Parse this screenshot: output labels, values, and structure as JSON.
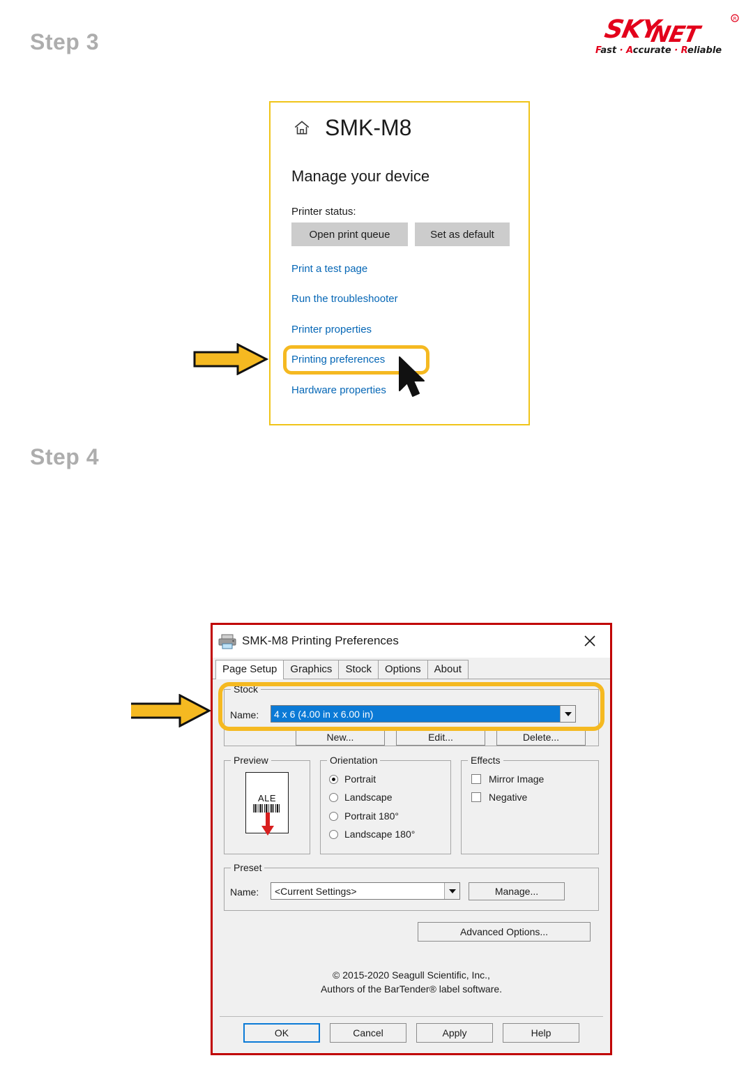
{
  "steps": {
    "step3_label": "Step 3",
    "step4_label": "Step 4"
  },
  "logo": {
    "brand": "SKYNET",
    "brand_sky": "SKY",
    "brand_net": "NET",
    "tagline": "Fast · Accurate · Reliable",
    "registered_mark": "®",
    "color_red": "#e3001b",
    "color_dark": "#1a1a1a"
  },
  "device_panel": {
    "home_icon": "home-icon",
    "title": "SMK-M8",
    "manage_heading": "Manage your device",
    "printer_status_label": "Printer status:",
    "buttons": [
      {
        "label": "Open print queue"
      },
      {
        "label": "Set as default"
      }
    ],
    "links": [
      {
        "label": "Print a test page"
      },
      {
        "label": "Run the troubleshooter"
      },
      {
        "label": "Printer properties"
      },
      {
        "label": "Printing preferences",
        "highlighted": true
      },
      {
        "label": "Hardware properties"
      }
    ],
    "highlight_color": "#f5b921",
    "border_color": "#f0c419",
    "link_color": "#0667b6"
  },
  "annotations": {
    "arrow_color": "#f5b921",
    "arrow_outline": "#111111",
    "cursor_icon": "mouse-cursor-icon"
  },
  "dialog": {
    "printer_icon": "printer-icon",
    "title": "SMK-M8 Printing Preferences",
    "close_icon": "close-icon",
    "border_color": "#c00000",
    "tabs": [
      {
        "label": "Page Setup",
        "active": true
      },
      {
        "label": "Graphics",
        "active": false
      },
      {
        "label": "Stock",
        "active": false
      },
      {
        "label": "Options",
        "active": false
      },
      {
        "label": "About",
        "active": false
      }
    ],
    "stock": {
      "group_title": "Stock",
      "name_label": "Name:",
      "selected_value": "4 x 6 (4.00 in x 6.00 in)",
      "selection_color": "#0b7ad6",
      "dropdown_icon": "chevron-down-icon",
      "buttons": [
        {
          "label": "New..."
        },
        {
          "label": "Edit..."
        },
        {
          "label": "Delete..."
        }
      ],
      "highlighted": true
    },
    "preview": {
      "group_title": "Preview",
      "label_text": "ALE",
      "barcode_icon": "barcode-icon",
      "feed_arrow_icon": "down-arrow-icon",
      "feed_arrow_color": "#d81f1f"
    },
    "orientation": {
      "group_title": "Orientation",
      "options": [
        {
          "label": "Portrait",
          "selected": true
        },
        {
          "label": "Landscape",
          "selected": false
        },
        {
          "label": "Portrait 180°",
          "selected": false
        },
        {
          "label": "Landscape 180°",
          "selected": false
        }
      ]
    },
    "effects": {
      "group_title": "Effects",
      "options": [
        {
          "label": "Mirror Image",
          "checked": false
        },
        {
          "label": "Negative",
          "checked": false
        }
      ]
    },
    "preset": {
      "group_title": "Preset",
      "name_label": "Name:",
      "selected_value": "<Current Settings>",
      "dropdown_icon": "chevron-down-icon",
      "manage_label": "Manage..."
    },
    "advanced_label": "Advanced Options...",
    "copyright_line1": "© 2015-2020 Seagull Scientific, Inc.,",
    "copyright_line2": "Authors of the BarTender® label software.",
    "footer_buttons": [
      {
        "label": "OK",
        "default": true
      },
      {
        "label": "Cancel",
        "default": false
      },
      {
        "label": "Apply",
        "default": false
      },
      {
        "label": "Help",
        "default": false
      }
    ]
  }
}
